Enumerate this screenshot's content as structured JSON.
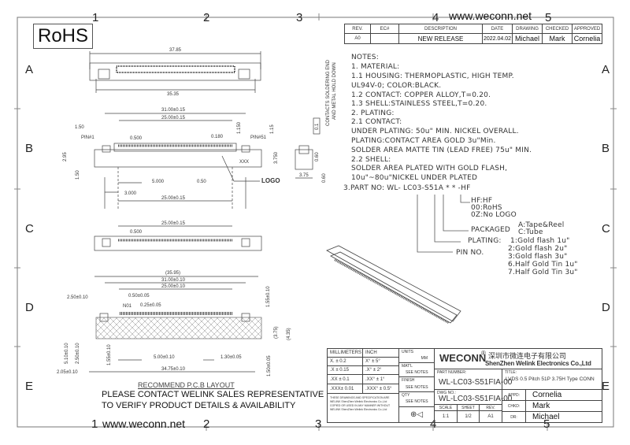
{
  "header": {
    "website": "www.weconn.net",
    "rohs": "RoHS"
  },
  "grid": {
    "cols": [
      "1",
      "2",
      "3",
      "4",
      "5"
    ],
    "rows": [
      "A",
      "B",
      "C",
      "D",
      "E"
    ],
    "footer_site": "www.weconn.net"
  },
  "revision_table": {
    "headers": [
      "REV.",
      "EC#",
      "DESCRIPTION",
      "DATE",
      "DRAWING",
      "CHECKED",
      "APPROVED"
    ],
    "row": [
      "A0",
      "",
      "NEW RELEASE",
      "2022.04.02",
      "Michael",
      "Mark",
      "Cornelia"
    ]
  },
  "notes": [
    "NOTES:",
    "1. MATERIAL:",
    "  1.1 HOUSING: THERMOPLASTIC, HIGH TEMP.",
    "                UL94V-0; COLOR:BLACK.",
    "  1.2 CONTACT: COPPER ALLOY,T=0.20.",
    "  1.3 SHELL:STAINLESS STEEL,T=0.20.",
    "2. PLATING:",
    "  2.1 CONTACT:",
    "       UNDER PLATING: 50u\" MIN. NICKEL OVERALL.",
    "       PLATING:CONTACT AREA GOLD 3u\"Min.",
    "       SOLDER AREA MATTE TIN (LEAD FREE) 75u\" MIN.",
    "  2.2 SHELL:",
    "       SOLDER AREA PLATED WITH GOLD FLASH,",
    "       10u\"~80u\"NICKEL UNDER PLATED"
  ],
  "part_no": {
    "line": "3.PART NO: WL- LC03-S51A  *  *  -HF",
    "hf": [
      "HF:HF",
      "00:RoHS",
      "0Z:No  LOGO"
    ],
    "packaged_label": "PACKAGED",
    "packaged": [
      "A:Tape&Reel",
      "C:Tube"
    ],
    "plating_label": "PLATING:",
    "plating": [
      "1:Gold  flash  1u\"",
      "2:Gold  flash  2u\"",
      "3:Gold  flash  3u\"",
      "6.Half  Gold  Tin  1u\"",
      "7.Half  Gold  Tin  3u\""
    ],
    "pin_label": "PIN  NO."
  },
  "dims": {
    "top": [
      "37.85",
      "35.35"
    ],
    "front": [
      "31.00±0.15",
      "25.00±0.15",
      "1.50",
      "PIN#1",
      "0.500",
      "0.180",
      "1.150",
      "PIN#51",
      "1.15",
      "2.95",
      "3.750",
      "XXX",
      "LOGO",
      "1.50",
      "5.000",
      "0.50",
      "3.000",
      "25.00±0.15"
    ],
    "side": [
      "0.1",
      "0.60",
      "3.75",
      "0.60",
      "CONTACTS SOLDERING END",
      "AND METAL HOLD DOWN"
    ],
    "bottom": [
      "25.00±0.15",
      "0.500"
    ],
    "pcb": [
      "(35.95)",
      "31.00±0.10",
      "25.00±0.10",
      "2.50±0.10",
      "0.50±0.05",
      "N01",
      "0.25±0.05",
      "1.55±0.10",
      "(3.75)",
      "(4.35)",
      "5.10±0.10",
      "2.50±0.10",
      "1.55±0.10",
      "5.00±0.10",
      "1.30±0.05",
      "2.05±0.10",
      "34.75±0.10",
      "1.50±0.05"
    ],
    "pcb_title": "RECOMMEND  P.C.B  LAYOUT"
  },
  "disclaimer": [
    "PLEASE CONTACT WELINK SALES REPRESENTATIVE",
    "TO VERIFY PRODUCT DETAILS & AVAILABILITY"
  ],
  "title_block": {
    "tol_headers": [
      "MILLIMETERS",
      "INCH"
    ],
    "tol": [
      [
        "X.  ±  0.2",
        "X°  ±  5°"
      ],
      [
        ".X  ±  0.15",
        ".X°  ±  2°"
      ],
      [
        ".XX ±  0.1",
        ".XX° ±  1°"
      ],
      [
        ".XXX± 0.01",
        ".XXX° ± 0.5°"
      ]
    ],
    "legal": "THESE DRAWINGS AND SPECIFICATION ARE WELINK ShenZhen Welink Electronics Co.,Ltd COPIED OR USED IN ANY MANNER WITHOUT WELINK ShenZhen Welink Electronics Co.,Ltd",
    "units_label": "UNITS",
    "units": "MM",
    "matl_label": "MAT'L",
    "matl": "SEE NOTES",
    "finish_label": "FINISH",
    "finish": "SEE NOTES",
    "qty_label": "QTY",
    "qty": "SEE NOTES",
    "brand": "WECONN",
    "reg": "®",
    "company_cn": "深圳市微连电子有限公司",
    "company_en": "ShenZhen Welink Electronics Co.,Ltd",
    "part_number_label": "PART NUMBER:",
    "part_number": "WL-LC03-S51FIA-00",
    "title_label": "TITLE:",
    "title": "LVDS 0.5 Pitch 51P 3.75H Type CONN",
    "dwg_label": "DWG NO.:",
    "dwg": "WL-LC03-S51FIA-00",
    "scale_label": "SCALE",
    "scale": "1:1",
    "sheet_label": "SHEET",
    "sheet": "1/2",
    "rev_label": "REV.",
    "rev": "A1",
    "appd_label": "APPD:",
    "appd": "Cornelia",
    "chkd_label": "CHKD:",
    "chkd": "Mark",
    "dr_label": "DR:",
    "dr": "Michael"
  }
}
